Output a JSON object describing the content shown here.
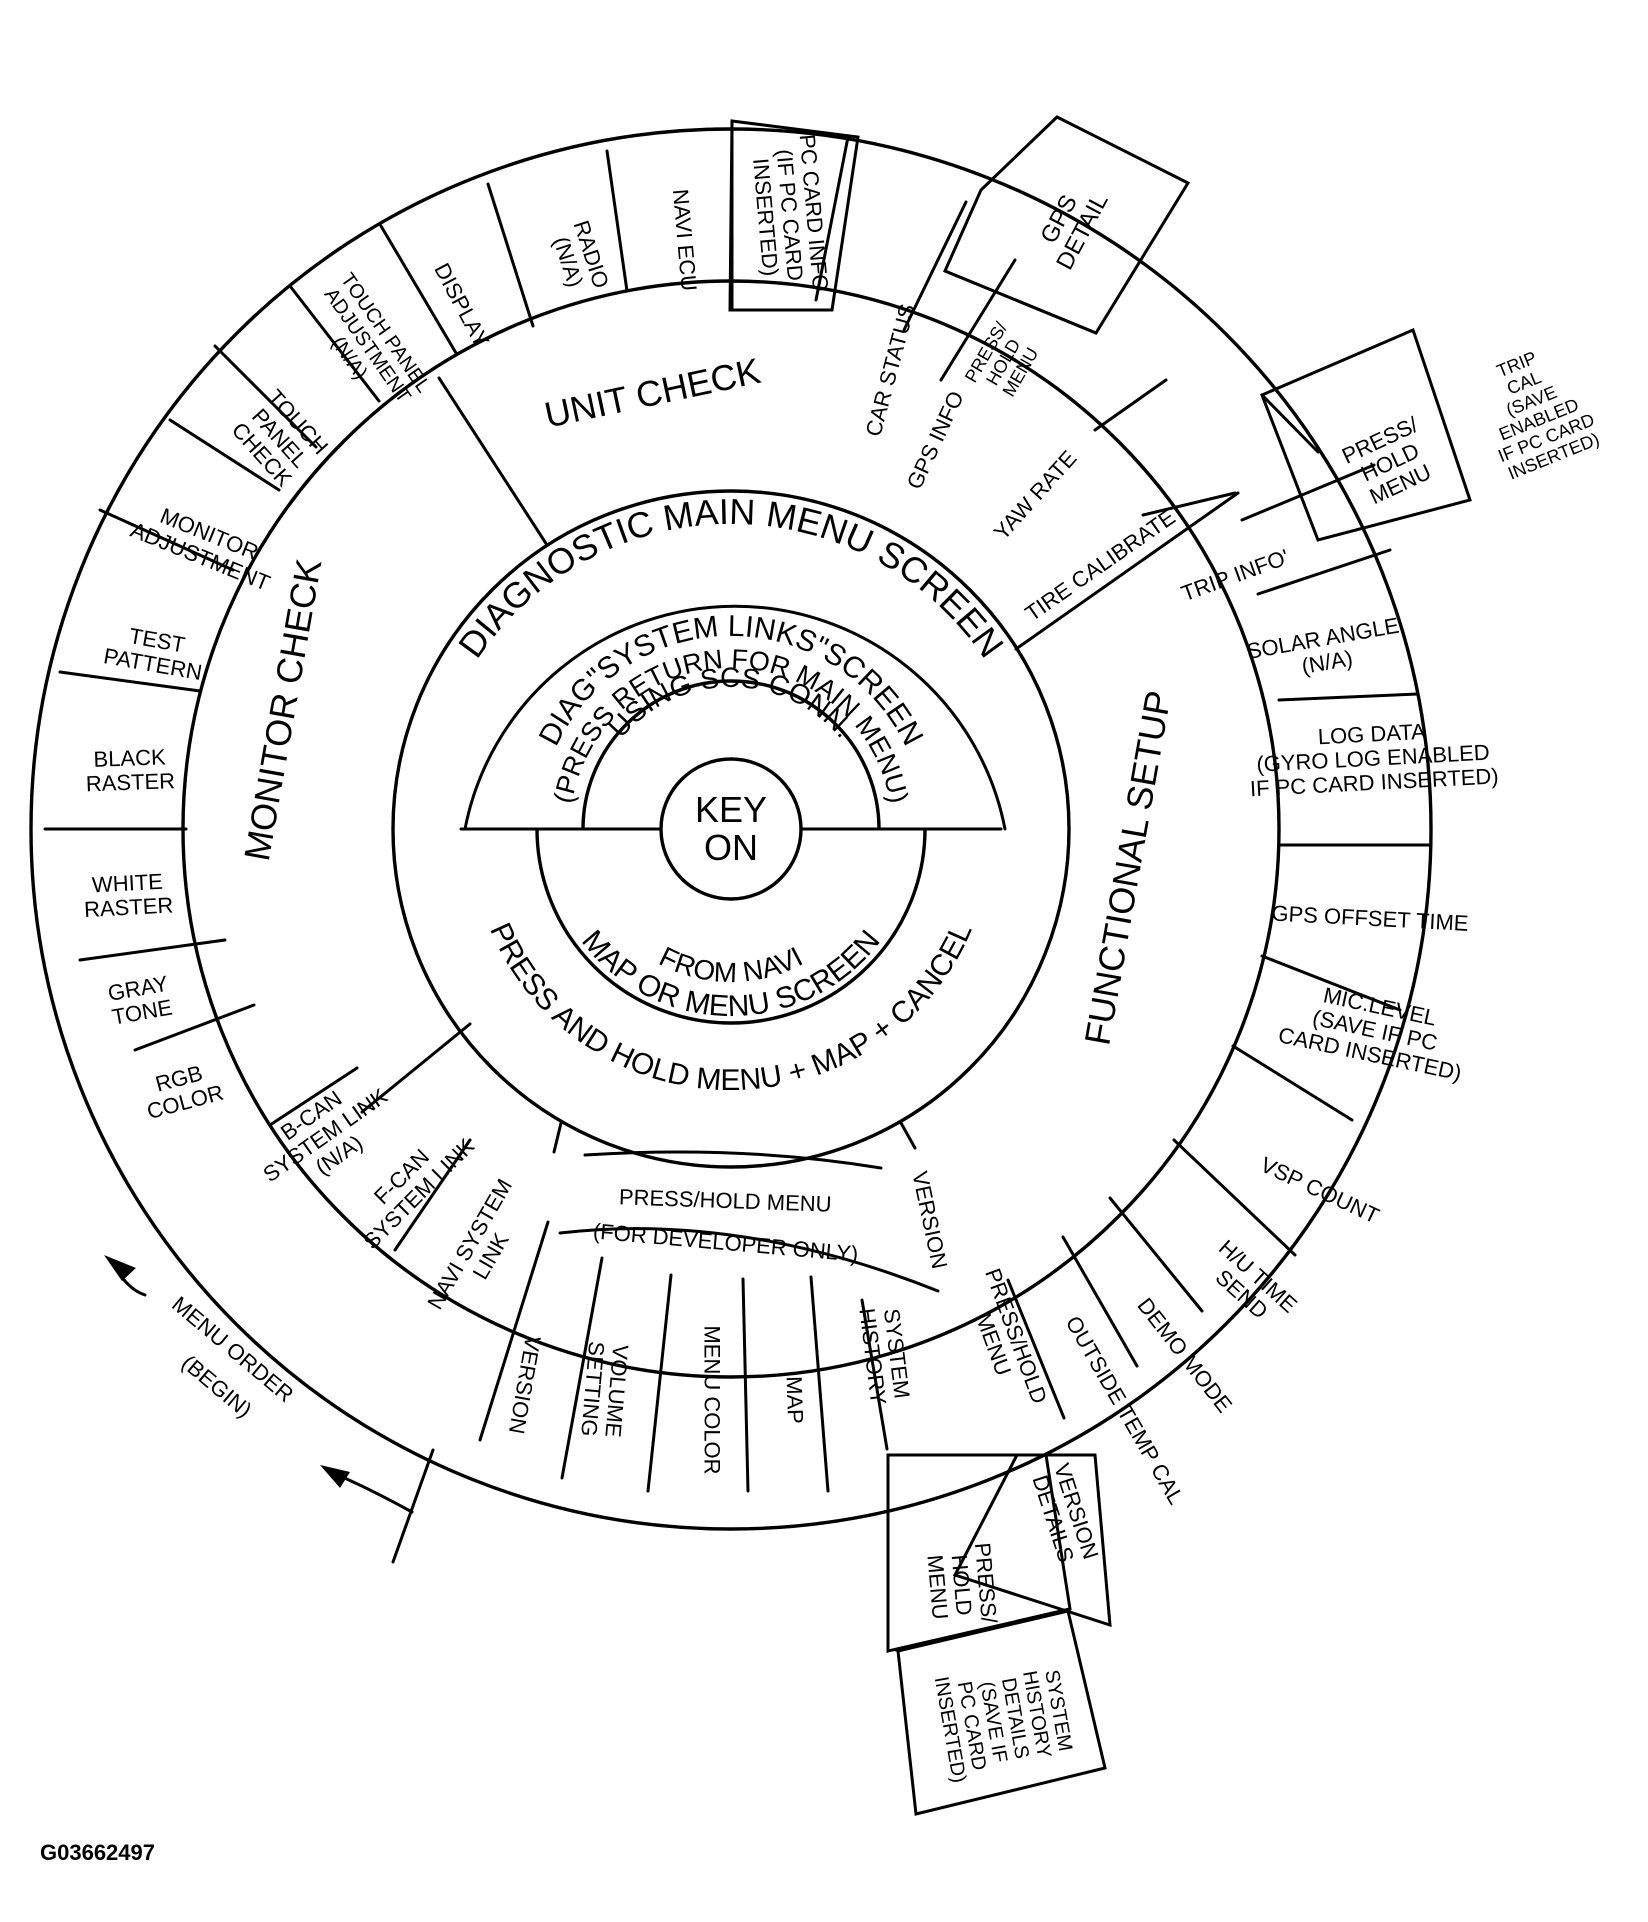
{
  "figure_id": "G03662497",
  "center": {
    "line1": "KEY",
    "line2": "ON"
  },
  "inner_top_label": "USING SCS CONN.",
  "system_links": {
    "line1": "DIAG\"SYSTEM LINKS\"SCREEN",
    "line2": "(PRESS RETURN FOR MAIN MENU)"
  },
  "main_screen_label": "DIAGNOSTIC MAIN MENU SCREEN",
  "from_navi": {
    "line1": "FROM NAVI",
    "line2": "MAP OR MENU SCREEN"
  },
  "press_hold_cancel": "PRESS AND HOLD MENU + MAP + CANCEL",
  "sections": {
    "unit_check": "UNIT CHECK",
    "monitor_check": "MONITOR CHECK",
    "functional_setup": "FUNCTIONAL SETUP",
    "developer": {
      "line1": "PRESS/HOLD MENU",
      "line2": "(FOR DEVELOPER ONLY)"
    }
  },
  "menu_order": {
    "line1": "MENU ORDER",
    "line2": "(BEGIN)"
  },
  "cells": [
    {
      "id": "monitor-adjustment",
      "lines": [
        "MONITOR",
        "ADJUSTMENT"
      ]
    },
    {
      "id": "test-pattern",
      "lines": [
        "TEST",
        "PATTERN"
      ]
    },
    {
      "id": "black-raster",
      "lines": [
        "BLACK",
        "RASTER"
      ]
    },
    {
      "id": "white-raster",
      "lines": [
        "WHITE",
        "RASTER"
      ]
    },
    {
      "id": "gray-tone",
      "lines": [
        "GRAY",
        "TONE"
      ]
    },
    {
      "id": "rgb-color",
      "lines": [
        "RGB",
        "COLOR"
      ]
    },
    {
      "id": "touch-panel-check",
      "lines": [
        "TOUCH",
        "PANEL",
        "CHECK"
      ]
    },
    {
      "id": "touch-panel-adjustment",
      "lines": [
        "TOUCH PANEL",
        "ADJUSTMENT",
        "(N/A)"
      ]
    },
    {
      "id": "display",
      "lines": [
        "DISPLAY"
      ]
    },
    {
      "id": "radio",
      "lines": [
        "RADIO",
        "(N/A)"
      ]
    },
    {
      "id": "navi-ecu",
      "lines": [
        "NAVI ECU"
      ]
    },
    {
      "id": "pc-card-info",
      "lines": [
        "PC CARD INFO",
        "(IF PC CARD",
        "INSERTED)"
      ]
    },
    {
      "id": "car-status",
      "lines": [
        "CAR STATUS"
      ]
    },
    {
      "id": "gps-info",
      "lines": [
        "GPS INFO"
      ]
    },
    {
      "id": "gps-press-hold",
      "lines": [
        "PRESS/",
        "HOLD",
        "MENU"
      ]
    },
    {
      "id": "gps-detail",
      "lines": [
        "GPS",
        "DETAIL"
      ]
    },
    {
      "id": "yaw-rate",
      "lines": [
        "YAW RATE"
      ]
    },
    {
      "id": "tire-calibrate",
      "lines": [
        "TIRE CALIBRATE"
      ]
    },
    {
      "id": "trip-info",
      "lines": [
        "TRIP INFO'"
      ]
    },
    {
      "id": "trip-press-hold",
      "lines": [
        "PRESS/",
        "HOLD",
        "MENU"
      ]
    },
    {
      "id": "trip-cal",
      "lines": [
        "TRIP",
        "CAL",
        "(SAVE",
        "ENABLED",
        "IF PC CARD",
        "INSERTED)"
      ]
    },
    {
      "id": "solar-angle",
      "lines": [
        "SOLAR ANGLE",
        "(N/A)"
      ]
    },
    {
      "id": "log-data",
      "lines": [
        "LOG DATA",
        "(GYRO LOG ENABLED",
        "IF PC CARD INSERTED)"
      ]
    },
    {
      "id": "gps-offset-time",
      "lines": [
        "GPS OFFSET TIME"
      ]
    },
    {
      "id": "mic-level",
      "lines": [
        "MIC.LEVEL",
        "(SAVE IF PC",
        "CARD INSERTED)"
      ]
    },
    {
      "id": "vsp-count",
      "lines": [
        "VSP COUNT"
      ]
    },
    {
      "id": "hu-time-send",
      "lines": [
        "H/U TIME",
        "SEND"
      ]
    },
    {
      "id": "demo-mode",
      "lines": [
        "DEMO MODE"
      ]
    },
    {
      "id": "outside-temp-cal",
      "lines": [
        "OUTSIDE TEMP CAL"
      ]
    },
    {
      "id": "version-top",
      "lines": [
        "VERSION"
      ]
    },
    {
      "id": "version-press-hold",
      "lines": [
        "PRESS/HOLD",
        "MENU"
      ]
    },
    {
      "id": "version-details",
      "lines": [
        "VERSION",
        "DETAILS"
      ]
    },
    {
      "id": "system-history",
      "lines": [
        "SYSTEM",
        "HISTORY"
      ]
    },
    {
      "id": "history-press-hold",
      "lines": [
        "PRESS/",
        "HOLD",
        "MENU"
      ]
    },
    {
      "id": "system-history-details",
      "lines": [
        "SYSTEM",
        "HISTORY",
        "DETAILS",
        "(SAVE IF",
        "PC CARD",
        "INSERTED)"
      ]
    },
    {
      "id": "map",
      "lines": [
        "MAP"
      ]
    },
    {
      "id": "menu-color",
      "lines": [
        "MENU COLOR"
      ]
    },
    {
      "id": "volume-setting",
      "lines": [
        "VOLUME",
        "SETTING"
      ]
    },
    {
      "id": "version-dev",
      "lines": [
        "VERSION"
      ]
    },
    {
      "id": "navi-system-link",
      "lines": [
        "NAVI SYSTEM",
        "LINK"
      ]
    },
    {
      "id": "f-can-system-link",
      "lines": [
        "F-CAN",
        "SYSTEM LINK"
      ]
    },
    {
      "id": "b-can-system-link",
      "lines": [
        "B-CAN",
        "SYSTEM LINK",
        "(N/A)"
      ]
    }
  ]
}
